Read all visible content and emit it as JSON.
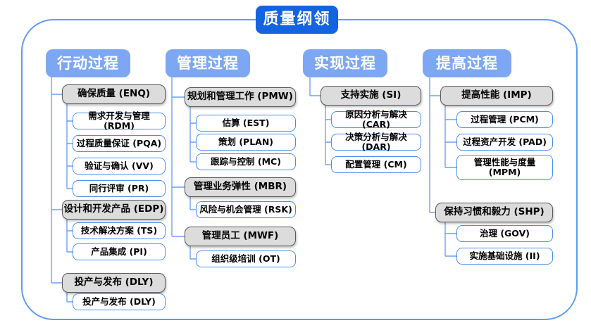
{
  "title": "质量纲领",
  "colors": {
    "title_bg": "#1463e0",
    "header_bg": "#7da7f2",
    "group_fill": "#dcdcdc",
    "group_border": "#595959",
    "leaf_border": "#4a8cf0",
    "connector": "#6f9ff5",
    "frame_border": "#5e9bf2"
  },
  "columns": [
    {
      "header": "行动过程",
      "groups": [
        {
          "label": "确保质量 (ENQ)",
          "children": [
            "需求开发与管理 (RDM)",
            "过程质量保证 (PQA)",
            "验证与确认 (VV)",
            "同行评审 (PR)"
          ]
        },
        {
          "label": "设计和开发产品 (EDP)",
          "children": [
            "技术解决方案 (TS)",
            "产品集成 (PI)"
          ]
        },
        {
          "label": "投产与发布 (DLY)",
          "children": [
            "投产与发布 (DLY)"
          ]
        }
      ]
    },
    {
      "header": "管理过程",
      "groups": [
        {
          "label": "规划和管理工作 (PMW)",
          "children": [
            "估算 (EST)",
            "策划 (PLAN)",
            "跟踪与控制 (MC)"
          ]
        },
        {
          "label": "管理业务弹性 (MBR)",
          "children": [
            "风险与机会管理 (RSK)"
          ]
        },
        {
          "label": "管理员工 (MWF)",
          "children": [
            "组织级培训 (OT)"
          ]
        }
      ]
    },
    {
      "header": "实现过程",
      "groups": [
        {
          "label": "支持实施 (SI)",
          "children": [
            "原因分析与解决 (CAR)",
            "决策分析与解决 (DAR)",
            "配置管理 (CM)"
          ]
        }
      ]
    },
    {
      "header": "提高过程",
      "groups": [
        {
          "label": "提高性能 (IMP)",
          "children": [
            "过程管理 (PCM)",
            "过程资产开发 (PAD)",
            "管理性能与度量 (MPM)"
          ]
        },
        {
          "label": "保持习惯和毅力 (SHP)",
          "children": [
            "治理 (GOV)",
            "实施基础设施 (II)"
          ]
        }
      ]
    }
  ]
}
